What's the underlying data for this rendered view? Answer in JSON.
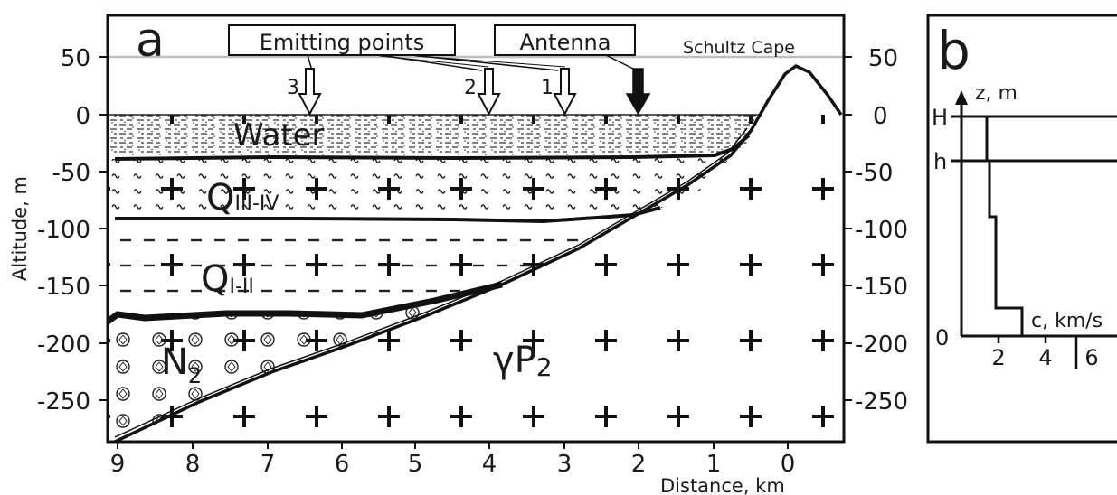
{
  "panel_a": {
    "letter": "a",
    "y_axis_label": "Altitude, m",
    "x_axis_label": "Distance, km",
    "y_ticks": [
      "50",
      "0",
      "-50",
      "-100",
      "-150",
      "-200",
      "-250"
    ],
    "x_ticks": [
      "9",
      "8",
      "7",
      "6",
      "5",
      "4",
      "3",
      "2",
      "1",
      "0"
    ],
    "cape_label": "Schultz Cape",
    "emitting_points_label": "Emitting points",
    "antenna_label": "Antenna",
    "point_labels": [
      "3",
      "2",
      "1"
    ],
    "layers": {
      "water": "Water",
      "q3_base": "Q",
      "q3_sub": "III-IV",
      "q1_base": "Q",
      "q1_sub": "I-II",
      "n_base": "N",
      "n_sub": "2",
      "g_base": "γP",
      "g_sub": "2"
    }
  },
  "panel_b": {
    "letter": "b",
    "z_label": "z, m",
    "c_label": "c, km/s",
    "H": "H",
    "h": "h",
    "origin": "0",
    "c_ticks": [
      "2",
      "4",
      "6"
    ]
  }
}
